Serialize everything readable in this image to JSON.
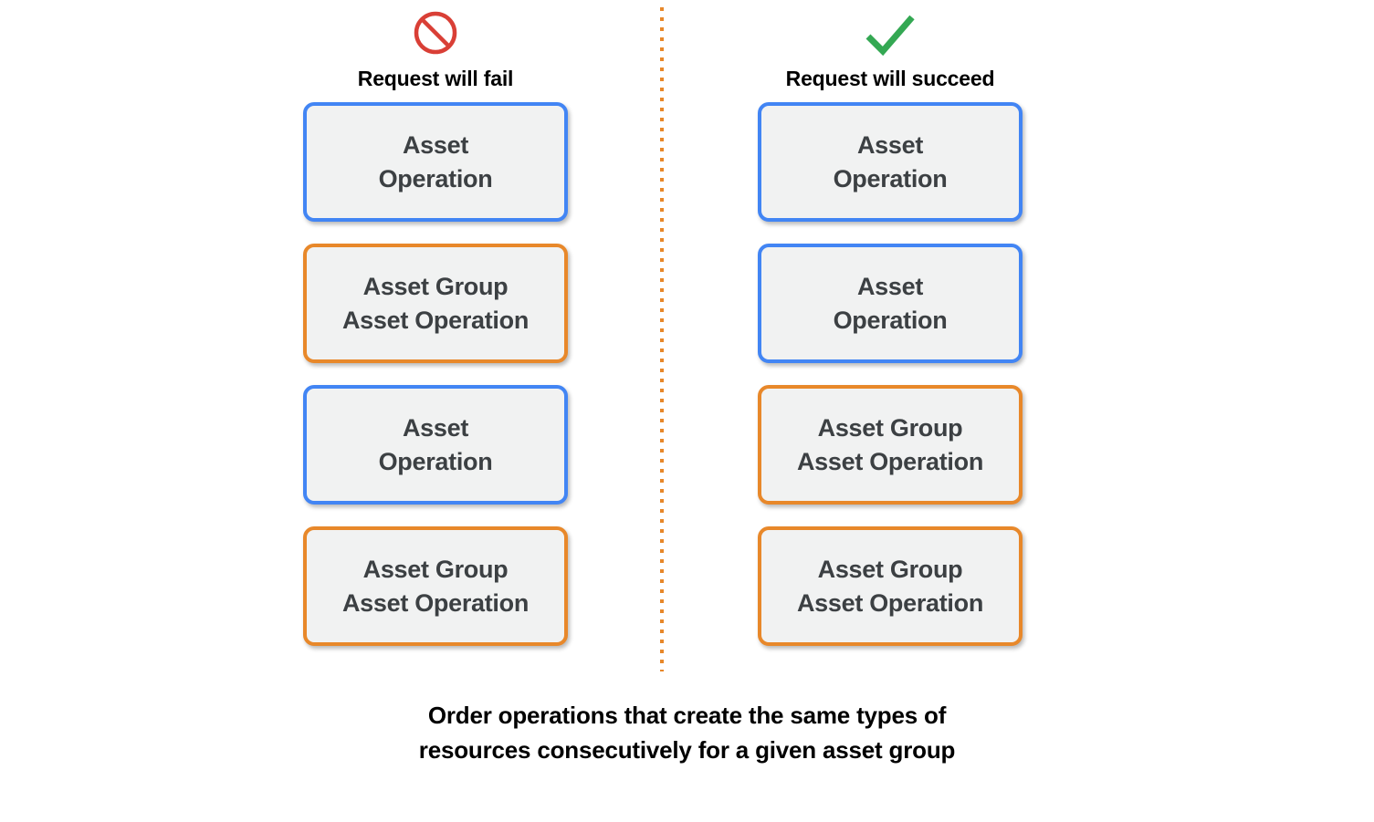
{
  "diagram": {
    "columns": [
      {
        "id": "fail",
        "icon": "prohibited-icon",
        "icon_color": "#d93f36",
        "title": "Request will fail",
        "boxes": [
          {
            "label": "Asset\nOperation",
            "type": "asset",
            "border_color": "#4285f4"
          },
          {
            "label": "Asset Group\nAsset Operation",
            "type": "asset-group",
            "border_color": "#e8882a"
          },
          {
            "label": "Asset\nOperation",
            "type": "asset",
            "border_color": "#4285f4"
          },
          {
            "label": "Asset Group\nAsset Operation",
            "type": "asset-group",
            "border_color": "#e8882a"
          }
        ]
      },
      {
        "id": "succeed",
        "icon": "checkmark-icon",
        "icon_color": "#34a853",
        "title": "Request will succeed",
        "boxes": [
          {
            "label": "Asset\nOperation",
            "type": "asset",
            "border_color": "#4285f4"
          },
          {
            "label": "Asset\nOperation",
            "type": "asset",
            "border_color": "#4285f4"
          },
          {
            "label": "Asset Group\nAsset Operation",
            "type": "asset-group",
            "border_color": "#e8882a"
          },
          {
            "label": "Asset Group\nAsset Operation",
            "type": "asset-group",
            "border_color": "#e8882a"
          }
        ]
      }
    ],
    "caption": {
      "line1": "Order operations that create the same types of",
      "line2": "resources consecutively for a given asset group"
    },
    "colors": {
      "asset_border": "#4285f4",
      "asset_group_border": "#e8882a",
      "box_fill": "#f1f2f2",
      "box_text": "#3c4043",
      "divider": "#e8882a",
      "fail_icon": "#d93f36",
      "success_icon": "#34a853",
      "background": "#ffffff"
    }
  }
}
